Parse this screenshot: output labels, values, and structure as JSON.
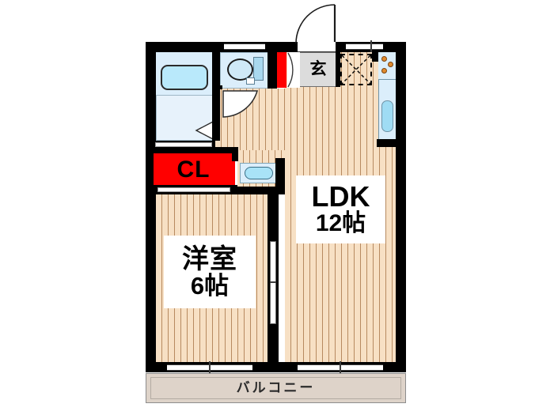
{
  "plan": {
    "type": "japanese-apartment-floor-plan",
    "layout_name": "1LDK",
    "rooms": [
      {
        "id": "ldk",
        "label_line1": "LDK",
        "label_line2": "12帖",
        "size_jo": 12,
        "floor": "wood"
      },
      {
        "id": "bedroom",
        "label_line1": "洋室",
        "label_line2": "6帖",
        "size_jo": 6,
        "floor": "wood"
      },
      {
        "id": "balcony",
        "label_line1": "バルコニー",
        "label_line2": "",
        "size_jo": null,
        "floor": "concrete"
      },
      {
        "id": "closet",
        "label_line1": "CL",
        "label_line2": "",
        "size_jo": null,
        "floor": "storage"
      },
      {
        "id": "genkan",
        "label_line1": "玄",
        "label_line2": "",
        "size_jo": null,
        "floor": "tile"
      }
    ],
    "fixtures": [
      {
        "name": "bathtub",
        "room": "bathroom"
      },
      {
        "name": "washroom",
        "room": "bathroom"
      },
      {
        "name": "toilet",
        "room": "toilet"
      },
      {
        "name": "kitchen-sink",
        "room": "ldk"
      },
      {
        "name": "gas-stove",
        "room": "ldk",
        "burners": 3
      },
      {
        "name": "wash-basin",
        "room": "hallway"
      },
      {
        "name": "shoe-cabinet",
        "room": "genkan"
      },
      {
        "name": "entrance-door",
        "room": "genkan"
      }
    ],
    "colors": {
      "wall": "#000000",
      "closet_accent": "#ff0000",
      "floor_wood": "#f6dcbd",
      "water_fixture": "#aee4f7",
      "balcony": "#ded3c9",
      "genkan_tile": "#dcdcdc",
      "background": "#ffffff"
    }
  },
  "labels": {
    "ldk_name": "LDK",
    "ldk_size": "12帖",
    "bedroom_name": "洋室",
    "bedroom_size": "6帖",
    "balcony": "バルコニー",
    "closet": "CL",
    "genkan": "玄"
  }
}
